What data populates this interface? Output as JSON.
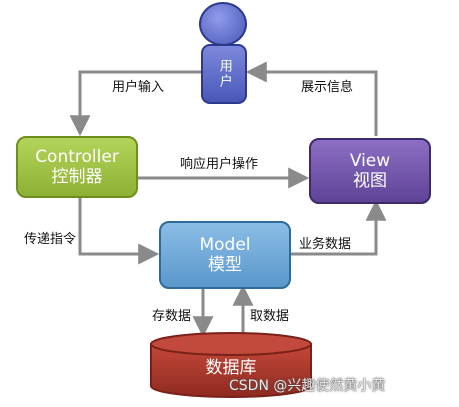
{
  "nodes": {
    "user": "用户",
    "controller": {
      "line1": "Controller",
      "line2": "控制器"
    },
    "view": {
      "line1": "View",
      "line2": "视图"
    },
    "model": {
      "line1": "Model",
      "line2": "模型"
    },
    "database": "数据库"
  },
  "edges": {
    "user_input": "用户输入",
    "show_info": "展示信息",
    "respond_action": "响应用户操作",
    "pass_command": "传递指令",
    "business_data": "业务数据",
    "store_data": "存数据",
    "fetch_data": "取数据"
  },
  "watermark": "CSDN @兴趣使然黄小黄",
  "colors": {
    "arrow": "#8a8a8a",
    "user": "#5a67c8",
    "controller": "#9dbf3f",
    "view": "#6e52a8",
    "model": "#6aa7d8",
    "database": "#b03a2e"
  }
}
